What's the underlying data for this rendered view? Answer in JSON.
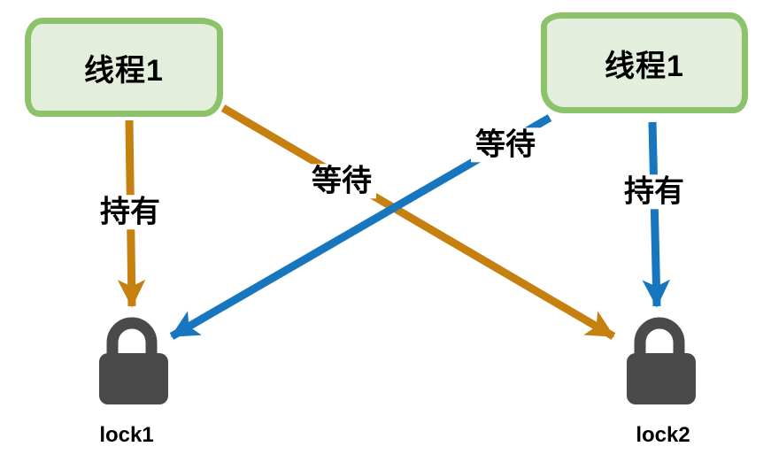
{
  "diagram": {
    "title_hint": "deadlock between two threads and two locks",
    "threads": [
      {
        "label": "线程1"
      },
      {
        "label": "线程1"
      }
    ],
    "locks": [
      {
        "label": "lock1"
      },
      {
        "label": "lock2"
      }
    ],
    "edges": [
      {
        "from": "thread-left",
        "to": "lock1",
        "label": "持有",
        "color": "#C5800F"
      },
      {
        "from": "thread-left",
        "to": "lock2",
        "label": "等待",
        "color": "#C5800F"
      },
      {
        "from": "thread-right",
        "to": "lock1",
        "label": "等待",
        "color": "#1776BD"
      },
      {
        "from": "thread-right",
        "to": "lock2",
        "label": "持有",
        "color": "#1776BD"
      }
    ],
    "colors": {
      "box_border": "#8CC269",
      "box_fill": "#E3EFDC",
      "lock": "#4A4A4A",
      "text": "#000000",
      "background": "#FFFFFF"
    }
  }
}
